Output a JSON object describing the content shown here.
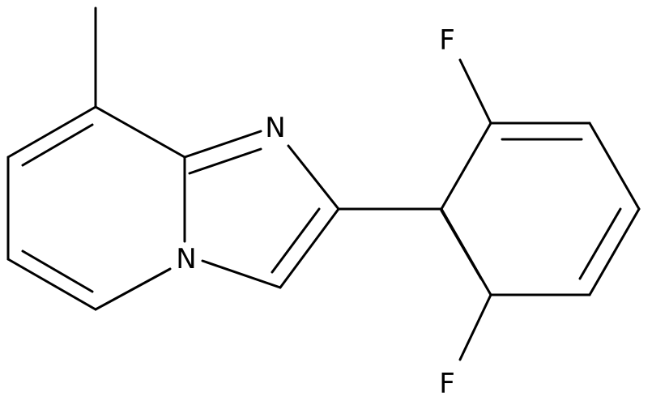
{
  "molecule": {
    "atoms": {
      "n_imine": "N",
      "n_bridge": "N",
      "f_top": "F",
      "f_bottom": "F"
    }
  }
}
